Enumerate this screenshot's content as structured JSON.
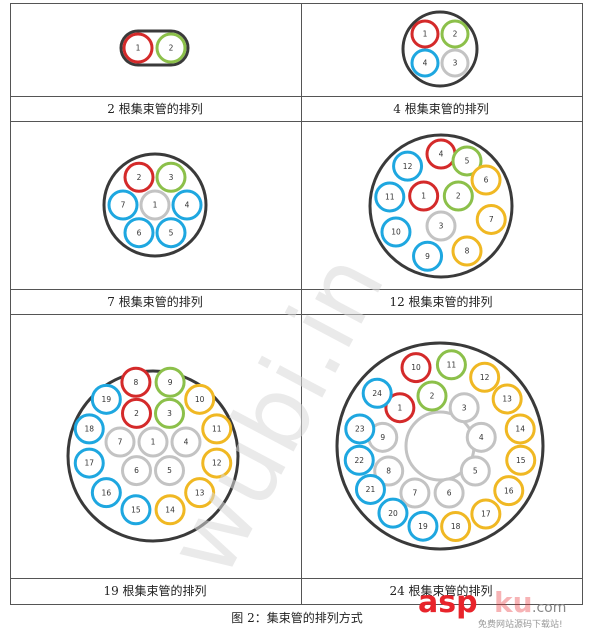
{
  "colors": {
    "red": "#d42a2a",
    "green": "#8cc04a",
    "blue": "#1ea7e0",
    "gray": "#c3c3c3",
    "yellow": "#f0b823",
    "outer": "#3a3a3a",
    "watermark": "#d8d8d8",
    "asp": "#e8242b"
  },
  "diagram": {
    "panels": [
      {
        "label": "2 根集束管的排列"
      },
      {
        "label": "4 根集束管的排列"
      },
      {
        "label": "7 根集束管的排列"
      },
      {
        "label": "12 根集束管的排列"
      },
      {
        "label": "19 根集束管的排列"
      },
      {
        "label": "24 根集束管的排列"
      }
    ],
    "caption": "图 2：集束管的排列方式"
  },
  "watermark": {
    "text": "wubi.in",
    "logo_main": "asp",
    "logo_rest": "ku",
    "logo_tld": ".com",
    "logo_sub": "免费网站源码下载站!"
  }
}
